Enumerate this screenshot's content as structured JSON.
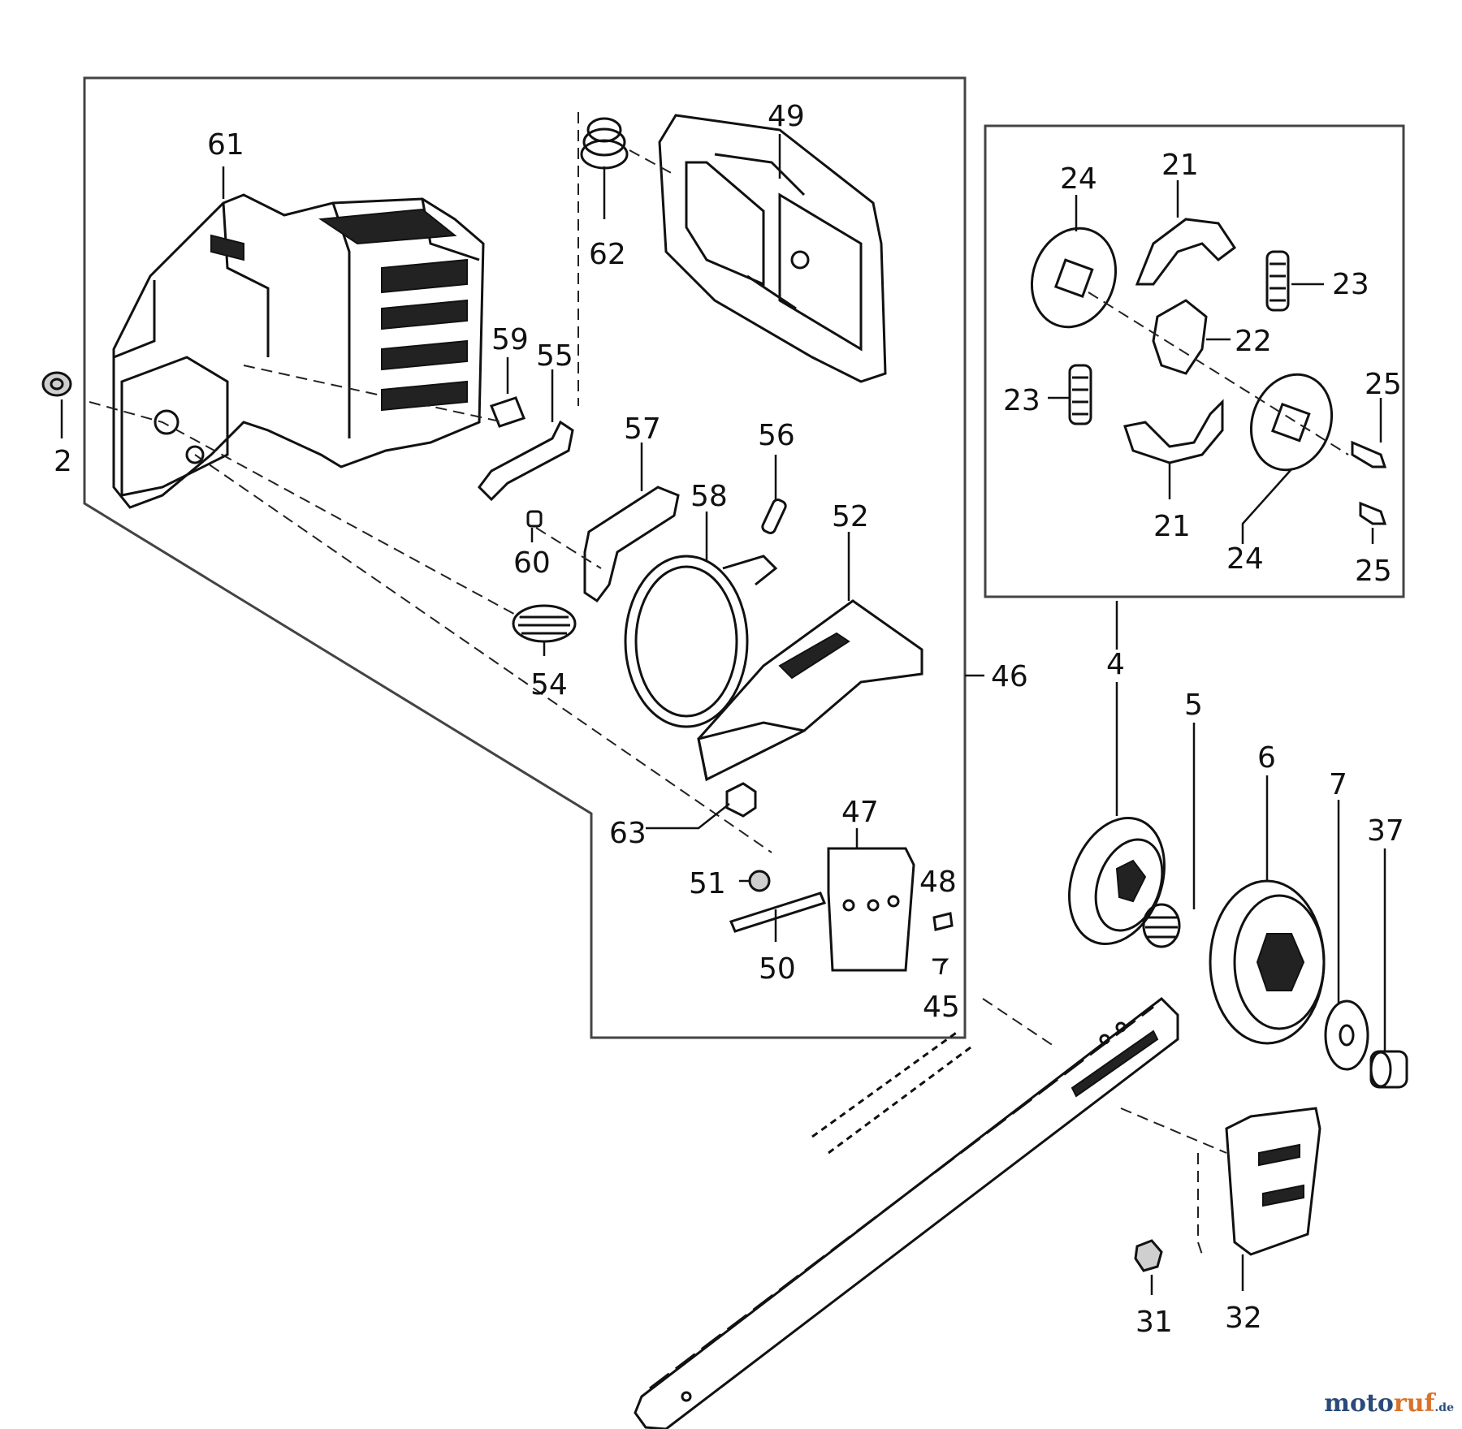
{
  "labels": {
    "l61": "61",
    "l49": "49",
    "l62": "62",
    "l2": "2",
    "l59": "59",
    "l55": "55",
    "l57": "57",
    "l56": "56",
    "l58": "58",
    "l52": "52",
    "l60": "60",
    "l54": "54",
    "l46": "46",
    "l63": "63",
    "l47": "47",
    "l51": "51",
    "l48": "48",
    "l50": "50",
    "l45": "45",
    "l24a": "24",
    "l21a": "21",
    "l23a": "23",
    "l22": "22",
    "l23b": "23",
    "l25a": "25",
    "l21b": "21",
    "l24b": "24",
    "l25b": "25",
    "l4": "4",
    "l5": "5",
    "l6": "6",
    "l7": "7",
    "l37": "37",
    "l31": "31",
    "l32": "32"
  },
  "logo": {
    "part_a": "moto",
    "part_b": "ruf",
    "part_c": ".de"
  }
}
